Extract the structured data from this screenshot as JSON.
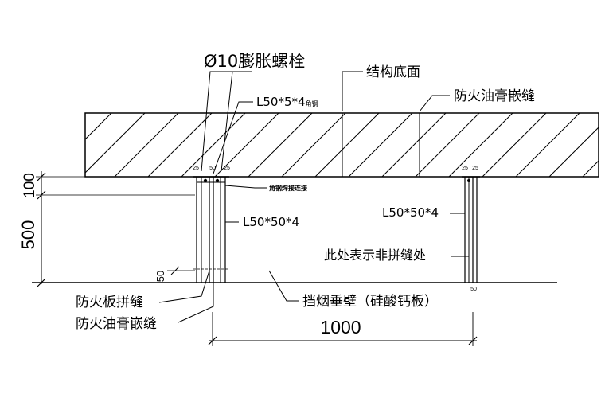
{
  "labels": {
    "bolt": "Ø10膨胀螺栓",
    "structure_bottom": "结构底面",
    "fireproof_caulk_top": "防火油膏嵌缝",
    "angle_small": "L50*5*4",
    "angle_small_suffix": "角钢",
    "angle_weld": "角钢焊接连接",
    "angle_left": "L50*50*4",
    "angle_right": "L50*50*4",
    "non_joint": "此处表示非拼缝处",
    "board_joint": "防火板拼缝",
    "fireproof_caulk_bottom": "防火油膏嵌缝",
    "smoke_wall": "挡烟垂壁（硅酸钙板）"
  },
  "dimensions": {
    "width": "1000",
    "height_total": "500",
    "height_top": "100",
    "gap": "50",
    "left_a": "25",
    "left_b": "50",
    "left_c": "25",
    "right_a": "25",
    "right_b": "25",
    "right_bottom": "50"
  }
}
